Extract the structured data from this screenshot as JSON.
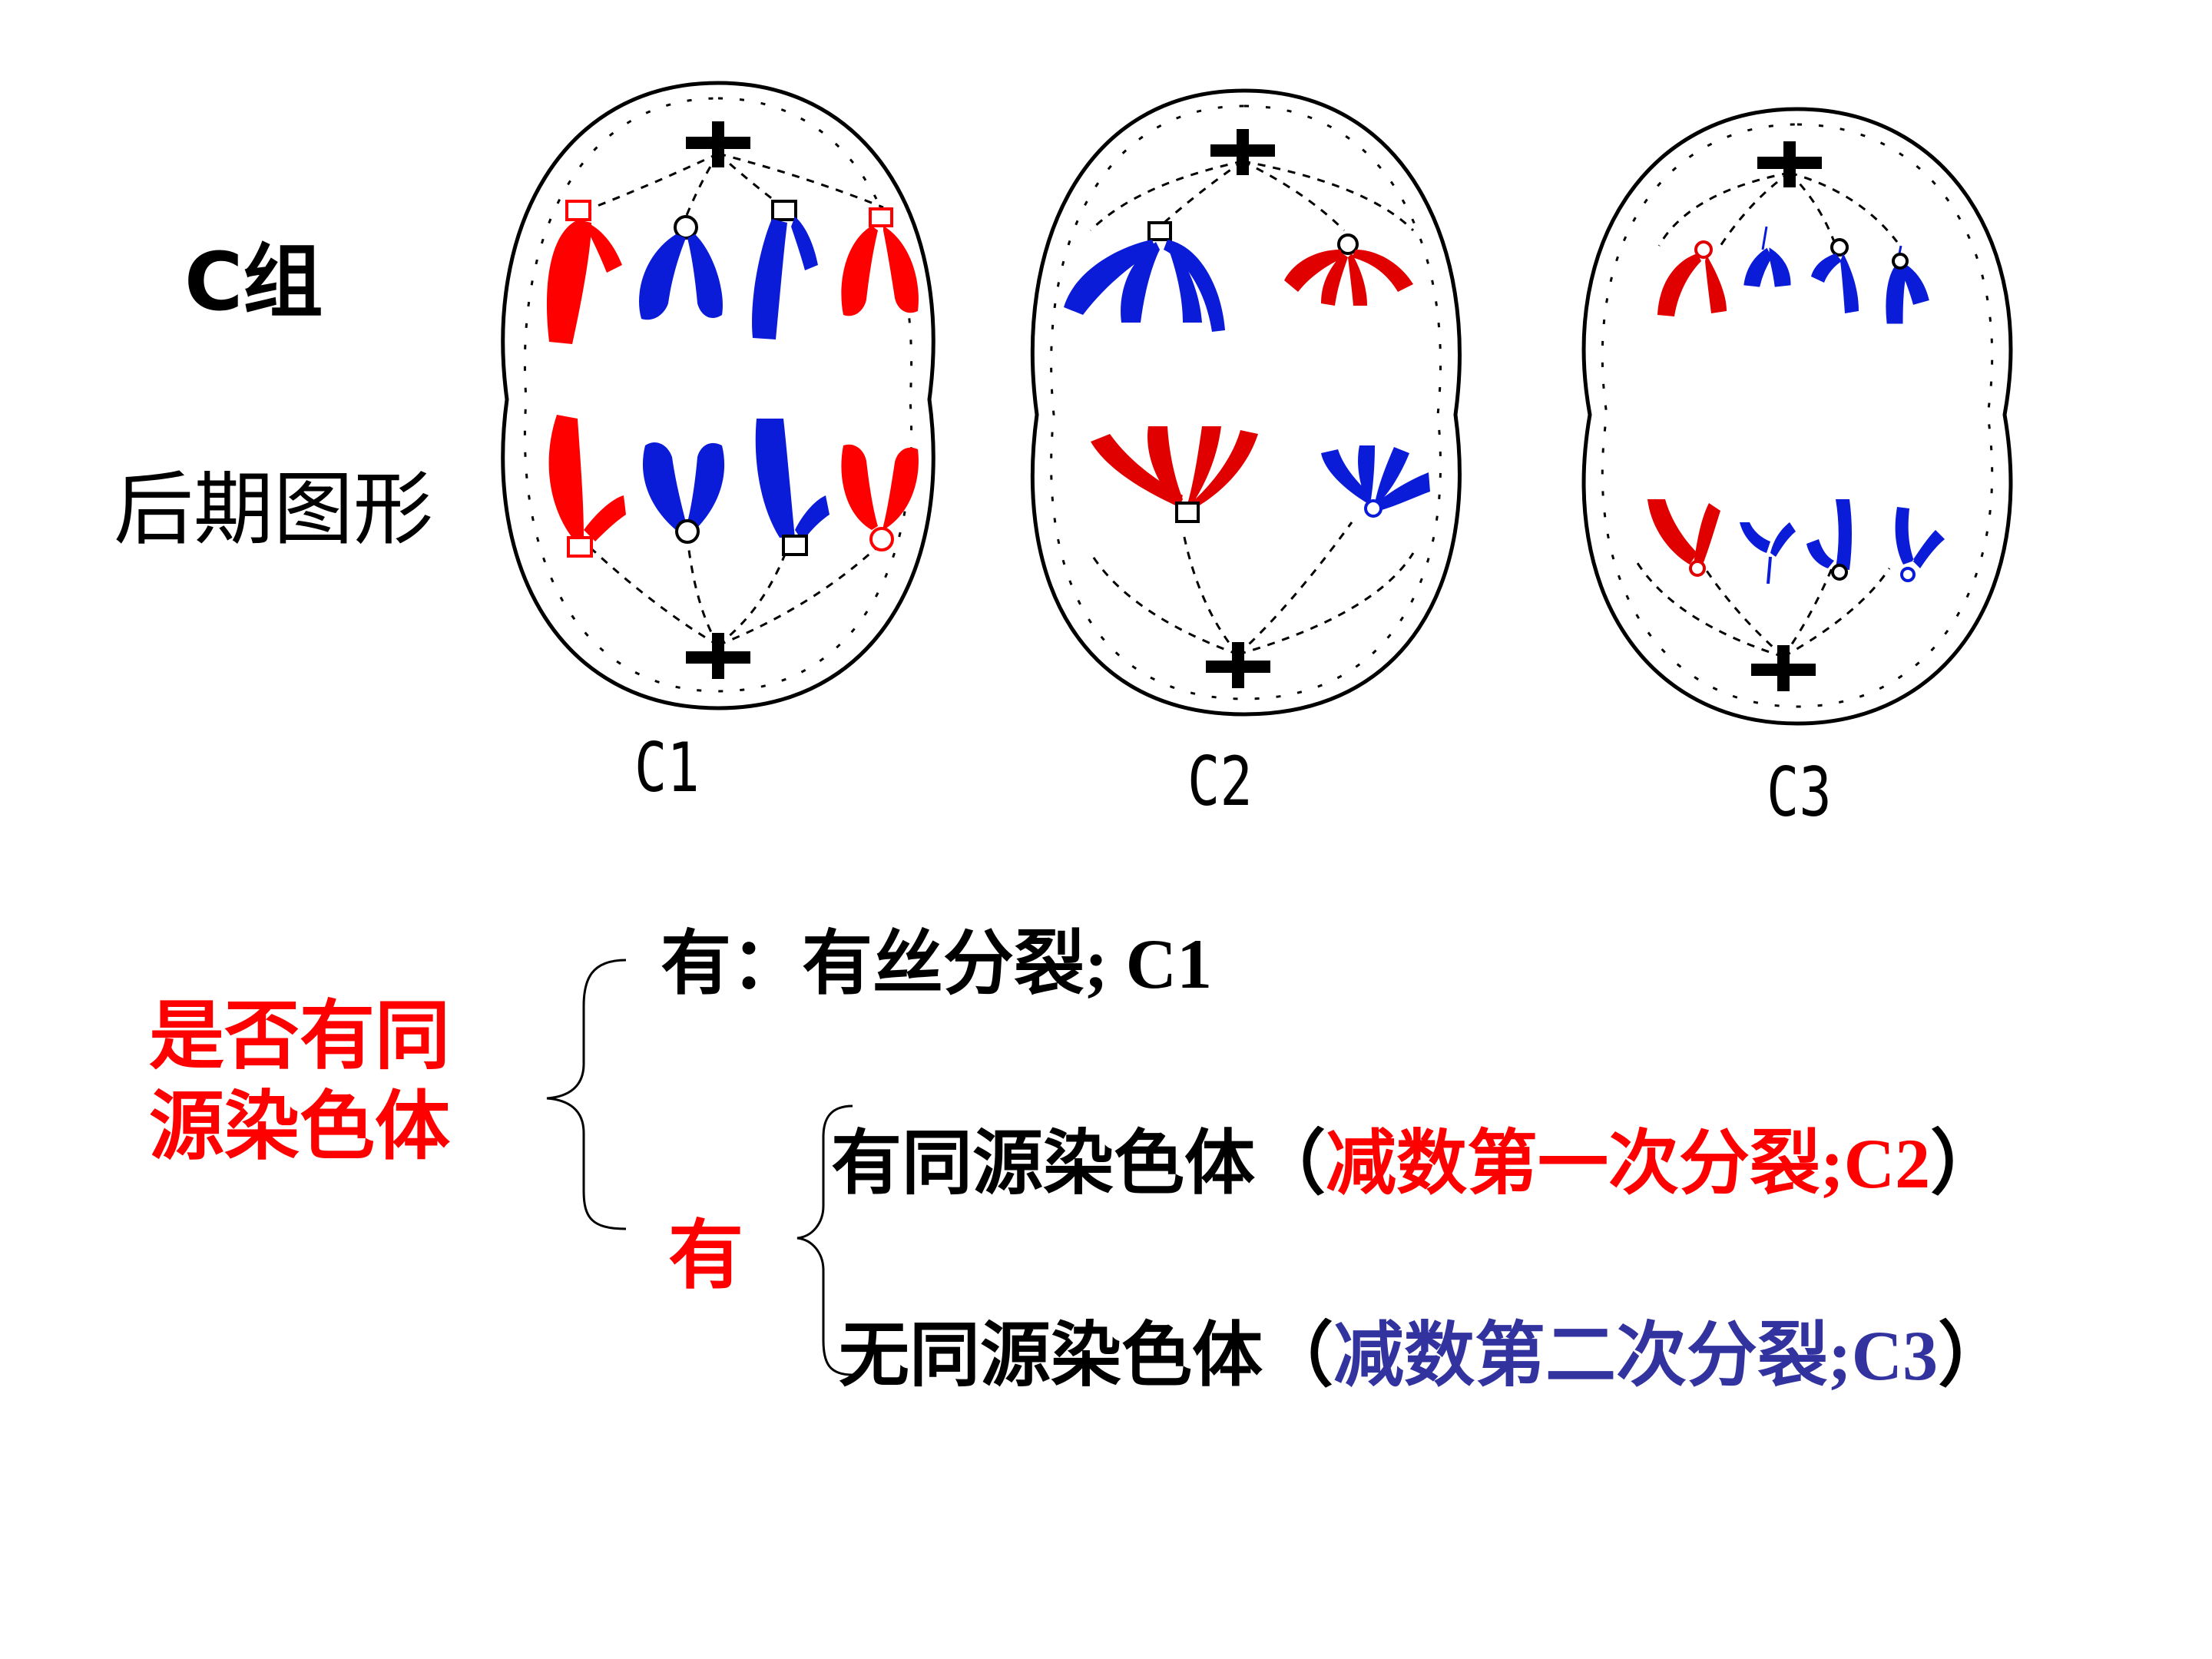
{
  "title": {
    "group": "C组",
    "stage": "后期图形"
  },
  "cells": [
    {
      "id": "c1",
      "label": "C1"
    },
    {
      "id": "c2",
      "label": "C2"
    },
    {
      "id": "c3",
      "label": "C3"
    }
  ],
  "classification": {
    "question": "是否有同源染色体",
    "branch_no": {
      "text": "有：有丝分裂; C1"
    },
    "branch_yes_label": "有",
    "sub_yes": {
      "prefix": "有同源染色体（",
      "highlight": "减数第一次分裂;C2",
      "suffix": "）"
    },
    "sub_no": {
      "prefix": "无同源染色体（",
      "highlight": "减数第二次分裂;C3",
      "suffix": "）"
    }
  },
  "colors": {
    "red": "#ff0000",
    "blue": "#0a1cd8",
    "dark_blue": "#3333a0",
    "black": "#000000"
  }
}
